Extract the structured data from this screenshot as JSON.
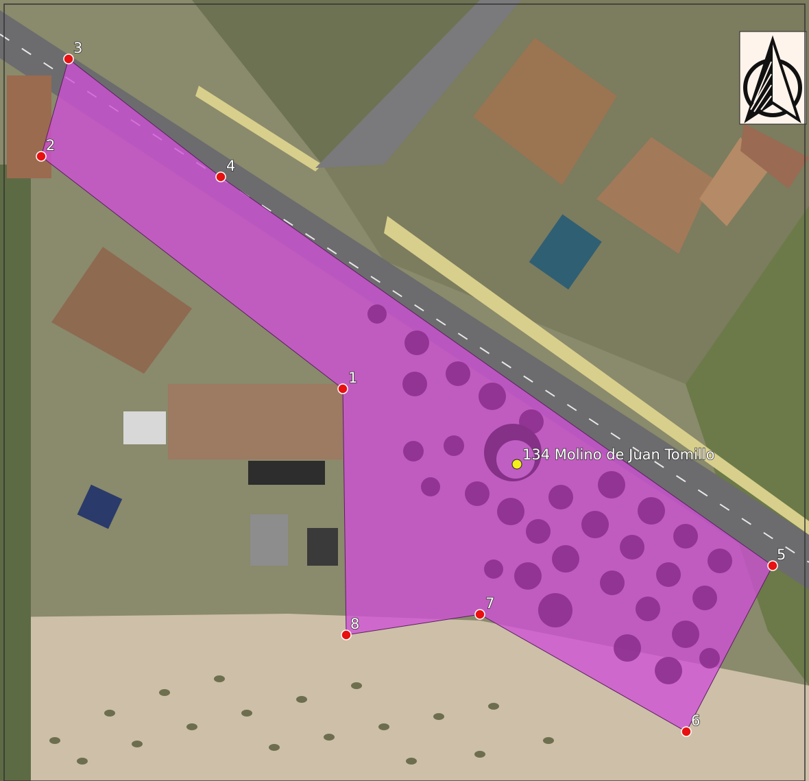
{
  "map": {
    "parcel_color": "#d04fd6",
    "vertex_color": "#e81010",
    "poi_color": "#f4f01a",
    "vertices": [
      {
        "label": "1"
      },
      {
        "label": "2"
      },
      {
        "label": "3"
      },
      {
        "label": "4"
      },
      {
        "label": "5"
      },
      {
        "label": "6"
      },
      {
        "label": "7"
      },
      {
        "label": "8"
      }
    ],
    "poi": {
      "label": "134 Molino de Juan Tomillo"
    },
    "north_arrow_icon": "north-arrow-icon"
  }
}
